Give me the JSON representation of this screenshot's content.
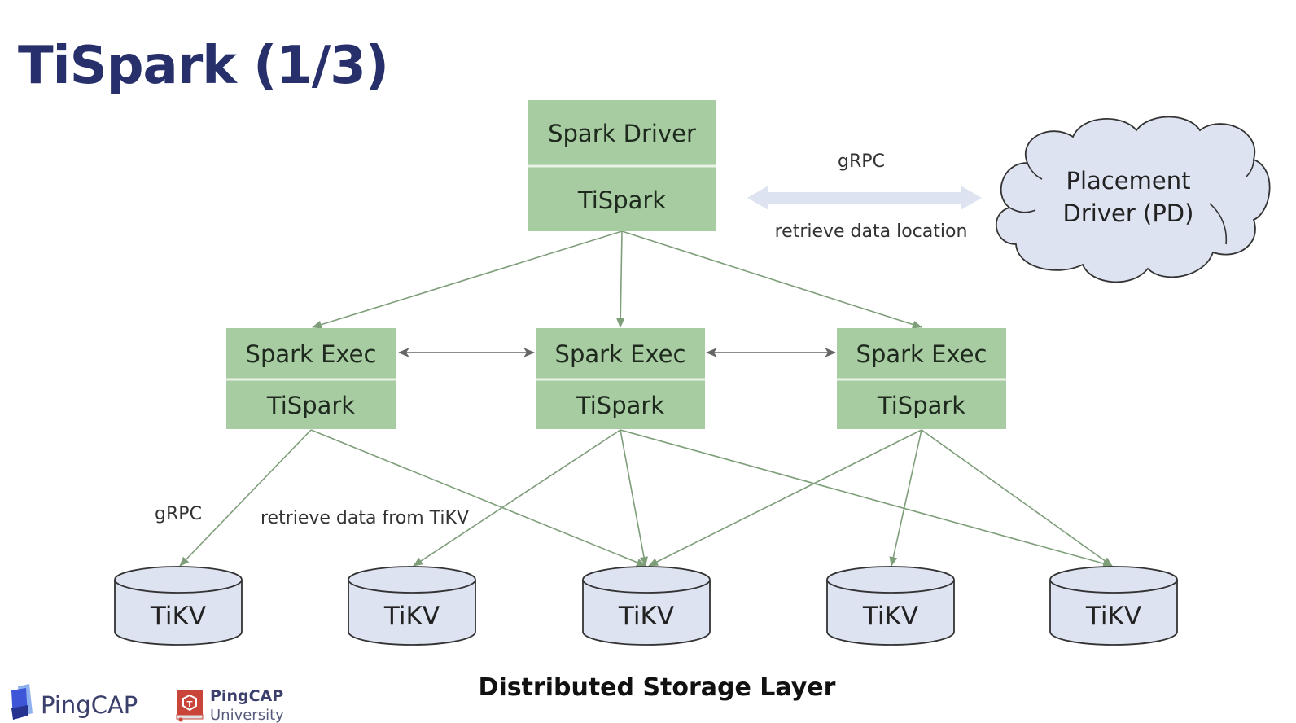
{
  "slide": {
    "title": "TiSpark (1/3)",
    "colors": {
      "title": "#27306b",
      "box_fill": "#a8cca2",
      "box_divider": "#e8f2e5",
      "arrow_green": "#7e9e7a",
      "arrow_gray": "#666666",
      "storage_fill": "#dde3f1",
      "grpc_arrow": "#dde3f1",
      "cloud_fill": "#dde3f1"
    }
  },
  "driver": {
    "top_label": "Spark Driver",
    "bottom_label": "TiSpark"
  },
  "pd_link": {
    "top_label": "gRPC",
    "bottom_label": "retrieve data location"
  },
  "pd": {
    "line1": "Placement",
    "line2": "Driver (PD)"
  },
  "executors": [
    {
      "top_label": "Spark Exec",
      "bottom_label": "TiSpark"
    },
    {
      "top_label": "Spark Exec",
      "bottom_label": "TiSpark"
    },
    {
      "top_label": "Spark Exec",
      "bottom_label": "TiSpark"
    }
  ],
  "exec_to_tikv": {
    "protocol_label": "gRPC",
    "action_label": "retrieve data from TiKV"
  },
  "storage": [
    {
      "label": "TiKV"
    },
    {
      "label": "TiKV"
    },
    {
      "label": "TiKV"
    },
    {
      "label": "TiKV"
    },
    {
      "label": "TiKV"
    }
  ],
  "storage_layer_label": "Distributed Storage Layer",
  "footer": {
    "pingcap_logo_text": "PingCAP",
    "university_logo_line1": "PingCAP",
    "university_logo_line2": "University"
  }
}
